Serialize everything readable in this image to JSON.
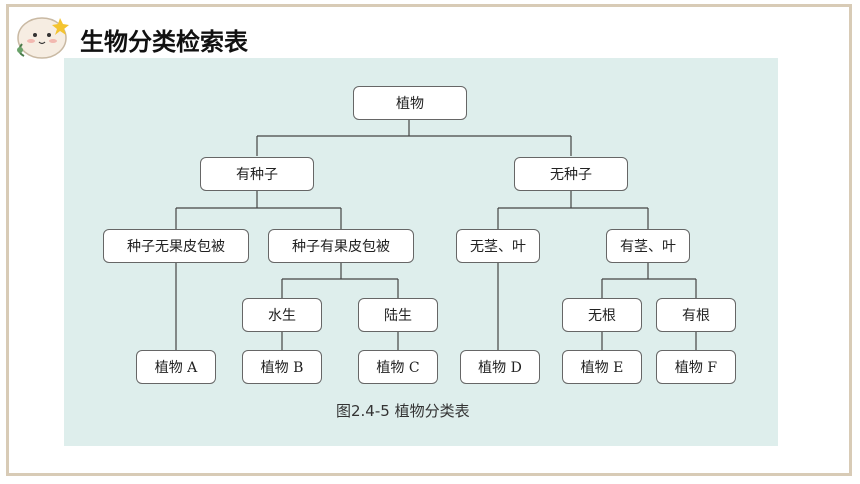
{
  "header": {
    "title": "生物分类检索表"
  },
  "mascot": {
    "icon": "cartoon-face-icon"
  },
  "diagram": {
    "nodes": {
      "root": "植物",
      "has_seed": "有种子",
      "no_seed": "无种子",
      "seed_no_fruit_coat": "种子无果皮包被",
      "seed_with_fruit_coat": "种子有果皮包被",
      "no_stem_leaf": "无茎、叶",
      "has_stem_leaf": "有茎、叶",
      "aquatic": "水生",
      "terrestrial": "陆生",
      "no_root": "无根",
      "has_root": "有根",
      "plant_a": "植物 A",
      "plant_b": "植物 B",
      "plant_c": "植物 C",
      "plant_d": "植物 D",
      "plant_e": "植物 E",
      "plant_f": "植物 F"
    },
    "caption": "图2.4-5 植物分类表"
  }
}
